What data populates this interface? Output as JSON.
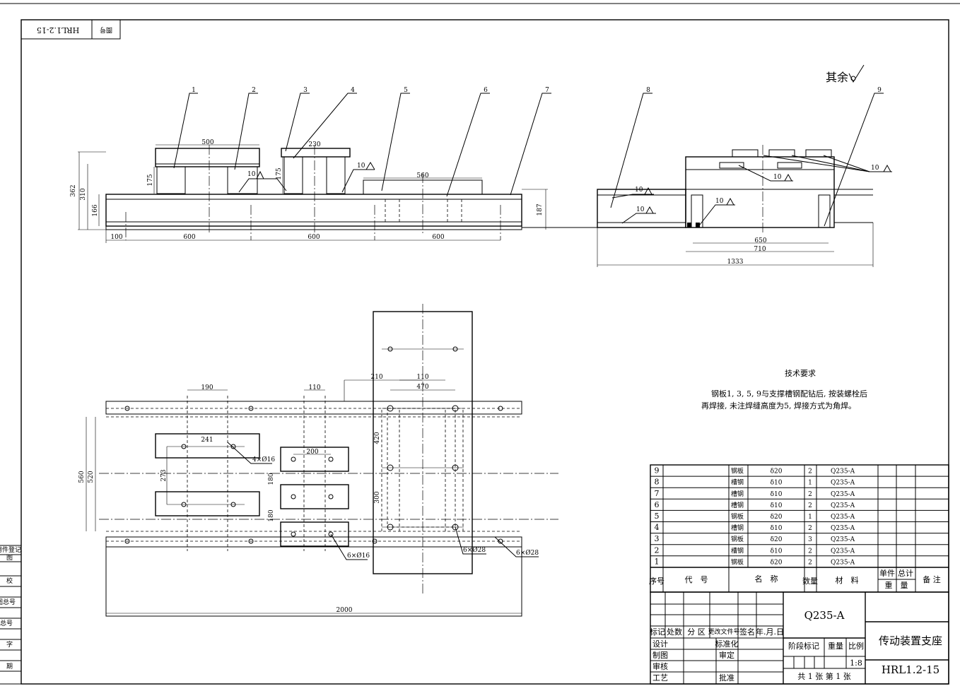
{
  "drawing_no_box": {
    "label": "图号",
    "value": "HRL1.2-15"
  },
  "roughness": "其余",
  "balloons": [
    "1",
    "2",
    "3",
    "4",
    "5",
    "6",
    "7",
    "8",
    "9"
  ],
  "weld_sizes": [
    "10",
    "10",
    "10",
    "10",
    "10",
    "10",
    "10"
  ],
  "front_dims": {
    "d500": "500",
    "d230": "230",
    "d560": "560",
    "d362": "362",
    "d310": "310",
    "d175a": "175",
    "d175b": "175",
    "d166": "166",
    "d187": "187",
    "d100": "100",
    "d600a": "600",
    "d600b": "600",
    "d600c": "600"
  },
  "side_dims": {
    "d650": "650",
    "d710": "710",
    "d1333": "1333"
  },
  "plan_dims": {
    "d190": "190",
    "d110a": "110",
    "d210": "210",
    "d110b": "110",
    "d470": "470",
    "d241": "241",
    "d200": "200",
    "d560": "560",
    "d520": "520",
    "d273": "273",
    "d180a": "180",
    "d180b": "180",
    "d420": "420",
    "d300": "300",
    "d2000": "2000",
    "hole1": "4×Ø16",
    "hole2": "6×Ø16",
    "hole3": "6×Ø28",
    "hole4": "6×Ø28"
  },
  "tech": {
    "title": "技术要求",
    "line1": "钢板1, 3, 5, 9与支撑槽钢配钻后, 按装螺栓后",
    "line2": "再焊接, 未注焊缝高度为5, 焊接方式为角焊。"
  },
  "bom": {
    "rows": [
      {
        "no": "9",
        "name": "钢板",
        "spec": "δ20",
        "qty": "2",
        "mat": "Q235-A"
      },
      {
        "no": "8",
        "name": "槽钢",
        "spec": "δ10",
        "qty": "1",
        "mat": "Q235-A"
      },
      {
        "no": "7",
        "name": "槽钢",
        "spec": "δ10",
        "qty": "2",
        "mat": "Q235-A"
      },
      {
        "no": "6",
        "name": "槽钢",
        "spec": "δ10",
        "qty": "2",
        "mat": "Q235-A"
      },
      {
        "no": "5",
        "name": "钢板",
        "spec": "δ20",
        "qty": "1",
        "mat": "Q235-A"
      },
      {
        "no": "4",
        "name": "槽钢",
        "spec": "δ10",
        "qty": "2",
        "mat": "Q235-A"
      },
      {
        "no": "3",
        "name": "钢板",
        "spec": "δ20",
        "qty": "3",
        "mat": "Q235-A"
      },
      {
        "no": "2",
        "name": "槽钢",
        "spec": "δ10",
        "qty": "2",
        "mat": "Q235-A"
      },
      {
        "no": "1",
        "name": "钢板",
        "spec": "δ20",
        "qty": "2",
        "mat": "Q235-A"
      }
    ],
    "hdr_no": "序号",
    "hdr_code": "代　号",
    "hdr_name": "名　称",
    "hdr_qty": "数量",
    "hdr_mat": "材　料",
    "hdr_unit": "单件",
    "hdr_total": "总计",
    "hdr_weight": "重　量",
    "hdr_note": "备 注"
  },
  "title_block": {
    "material": "Q235-A",
    "part_name": "传动装置支座",
    "drawing_no": "HRL1.2-15",
    "scale": "1:8",
    "sheets": "共 1 张  第 1 张",
    "rev_labels": [
      "标记",
      "处数",
      "分 区",
      "更改文件号",
      "签名",
      "年.月.日"
    ],
    "sign_labels": [
      "设计",
      "制图",
      "审核",
      "工艺"
    ],
    "mid_labels": [
      "标准化",
      "审定",
      "批准"
    ],
    "stage": "阶段标记",
    "weight": "重量",
    "scale_label": "比例"
  },
  "side_strip": [
    "借(通)用件登记",
    "描　图",
    "描　校",
    "旧底图总号",
    "底图总号",
    "签　字",
    "日　期"
  ]
}
